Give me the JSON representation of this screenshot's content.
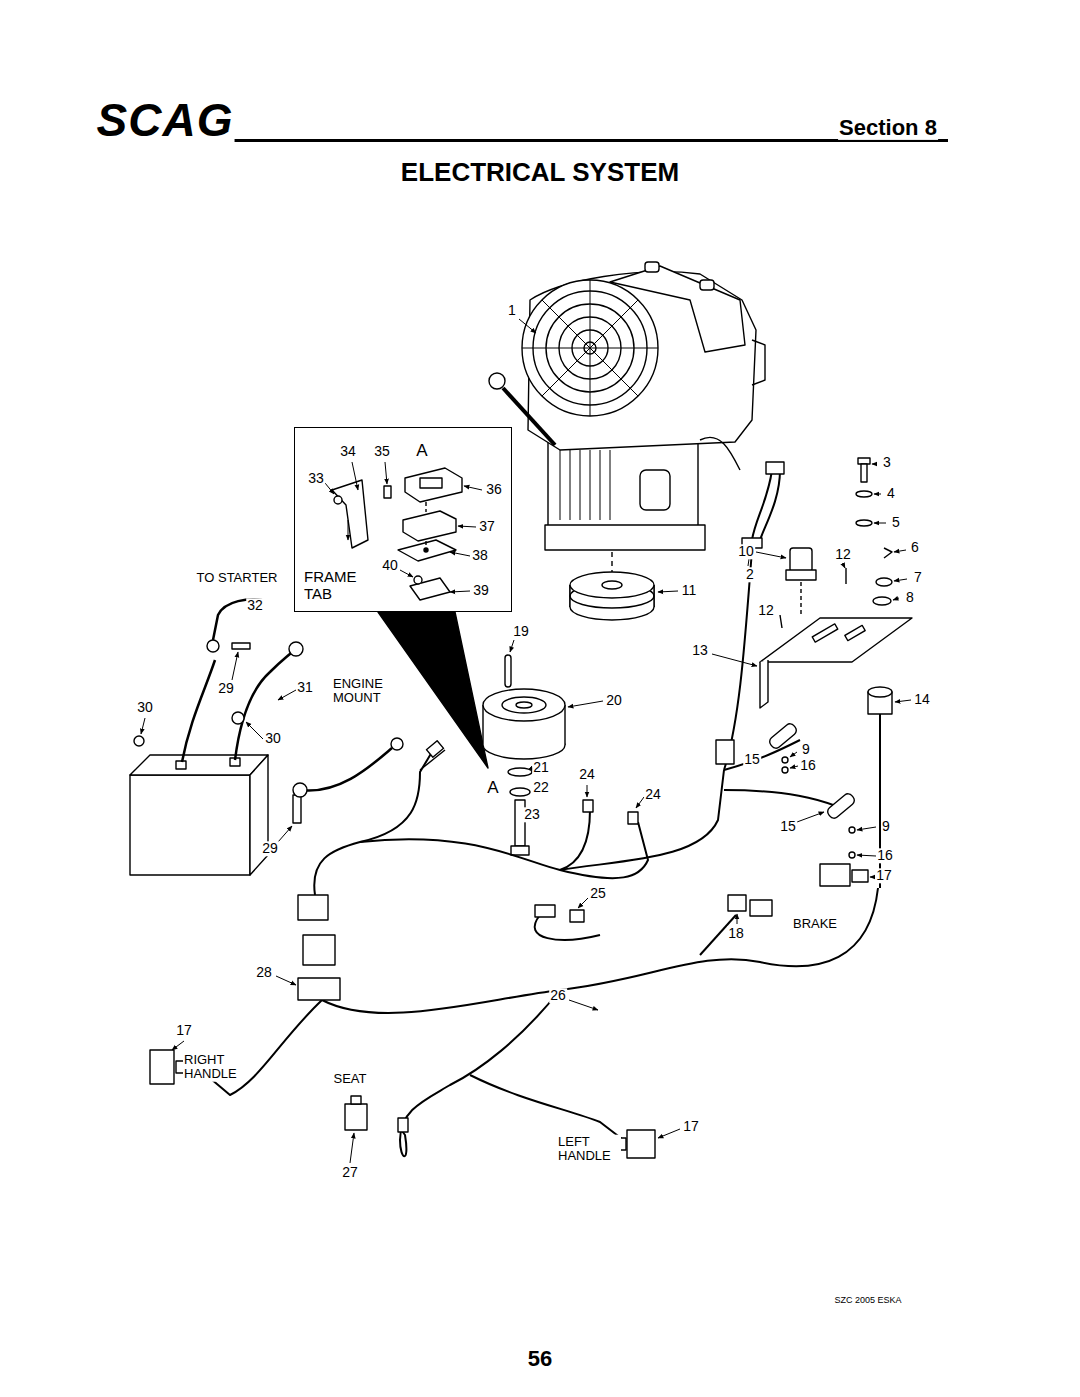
{
  "diagram": {
    "title": "ELECTRICAL SYSTEM",
    "nodes": [
      {
        "text": [
          "FRAME TAB"
        ]
      }
    ],
    "labels": [
      "SCAG",
      "Section 8",
      "1",
      "34",
      "35",
      "A",
      "33",
      "36",
      "37",
      "38",
      "40",
      "39",
      "TO STARTER",
      "32",
      "3",
      "4",
      "5",
      "10",
      "12",
      "6",
      "2",
      "7",
      "11",
      "8",
      "12",
      "19",
      "13",
      "29",
      "31",
      "ENGINE MOUNT",
      "20",
      "14",
      "30",
      "30",
      "9",
      "15",
      "16",
      "21",
      "24",
      "A",
      "22",
      "24",
      "23",
      "15",
      "9",
      "29",
      "16",
      "17",
      "25",
      "BRAKE",
      "18",
      "28",
      "26",
      "17",
      "RIGHT HANDLE",
      "SEAT",
      "17",
      "LEFT HANDLE",
      "27",
      "SZC 2005 ESKA",
      "56"
    ]
  }
}
